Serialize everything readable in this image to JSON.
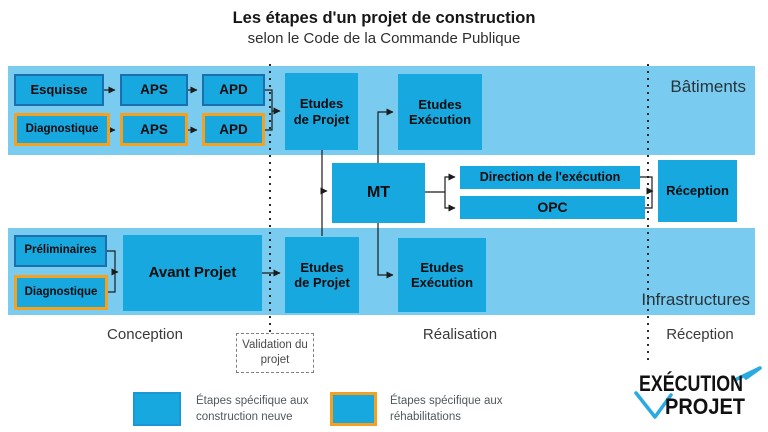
{
  "title": {
    "line1": "Les étapes d'un projet de construction",
    "line2": "selon le Code de la Commande Publique"
  },
  "bands": {
    "top_label": "Bâtiments",
    "bottom_label": "Infrastructures"
  },
  "nodes": {
    "esquisse": "Esquisse",
    "aps1": "APS",
    "apd1": "APD",
    "diagnostique1": "Diagnostique",
    "aps2": "APS",
    "apd2": "APD",
    "etudes_projet_top": "Etudes de Projet",
    "etudes_execution_top": "Etudes Exécution",
    "mt": "MT",
    "direction_execution": "Direction de l'exécution",
    "opc": "OPC",
    "reception": "Réception",
    "preliminaires": "Préliminaires",
    "diagnostique2": "Diagnostique",
    "avant_projet": "Avant Projet",
    "etudes_projet_bottom": "Etudes de Projet",
    "etudes_execution_bottom": "Etudes Exécution"
  },
  "phases": {
    "conception": "Conception",
    "validation": "Validation du projet",
    "realisation": "Réalisation",
    "reception": "Réception"
  },
  "legend": [
    {
      "label": "Étapes spécifique aux construction neuve",
      "type": "construction-neuve"
    },
    {
      "label": "Étapes spécifique aux réhabilitations",
      "type": "rehabilitations"
    }
  ],
  "logo": {
    "line1": "EXÉCUTION",
    "line2": "PROJET"
  },
  "colors": {
    "band": "#79CCF0",
    "box_fill": "#18A8E0",
    "border_blue": "#1B6FAE",
    "border_orange": "#F5A11F",
    "accent": "#29ABE2"
  }
}
